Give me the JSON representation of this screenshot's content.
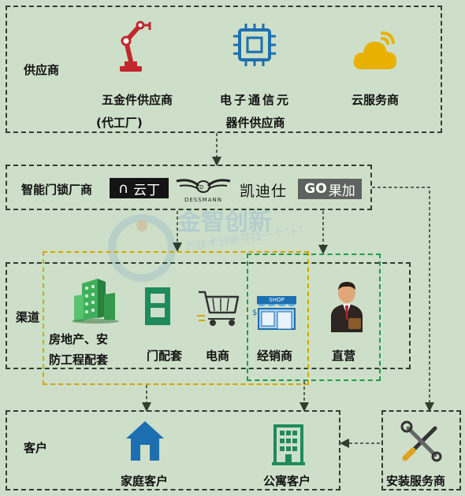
{
  "suppliers": {
    "title": "供应商",
    "hardware_line1": "五金件供应商",
    "hardware_line2": "(代工厂)",
    "electronics_line1": "电子通信元",
    "electronics_line2": "器件供应商",
    "cloud": "云服务商"
  },
  "manufacturers": {
    "title": "智能门锁厂商",
    "brand_yunding": "云丁",
    "brand_dessmann": "DESSMANN",
    "brand_kaadas": "凯迪仕",
    "brand_guojia_latin": "GO",
    "brand_guojia_cn": "果加"
  },
  "channels": {
    "title": "渠道",
    "real_estate_line1": "房地产、安",
    "real_estate_line2": "防工程配套",
    "door_oem": "门配套",
    "ecommerce": "电商",
    "dealer": "经销商",
    "direct": "直营",
    "shop_sign": "SHOP"
  },
  "customers": {
    "title": "客户",
    "home": "家庭客户",
    "apartment": "公寓客户"
  },
  "installation": {
    "title": "安装服务商"
  },
  "watermark": {
    "text": "金智创新",
    "slogan": "为技术创新寻找一个“+”"
  },
  "colors": {
    "background": "#cddfc8",
    "dashed_border": "#2d3f2d",
    "yellow_group": "#d6a400",
    "green_group": "#1e9b52",
    "icon_red": "#c0282d",
    "icon_blue": "#1c6fb0",
    "cloud_yellow": "#e8b100",
    "icon_green": "#1f8a5c"
  }
}
